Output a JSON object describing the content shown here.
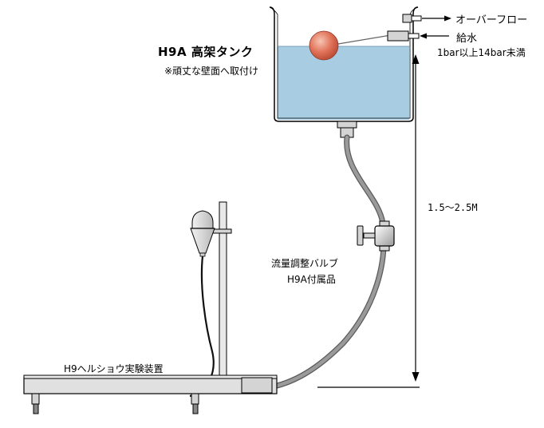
{
  "tank": {
    "title": "H9A  高架タンク",
    "note": "※頑丈な壁面へ取付け"
  },
  "labels": {
    "overflow": "オーバーフロー",
    "water_supply": "給水",
    "pressure": "1bar以上14bar未満",
    "height": "1.5〜2.5M",
    "valve_name": "流量調整バルブ",
    "valve_accessory": "H9A付属品",
    "apparatus": "H9ヘルショウ実験装置"
  },
  "colors": {
    "water": "#a8cde3",
    "float_ball": "#e1735a",
    "hose": "#8c8c8c",
    "metal": "#d4d4d4",
    "line": "#000000"
  }
}
